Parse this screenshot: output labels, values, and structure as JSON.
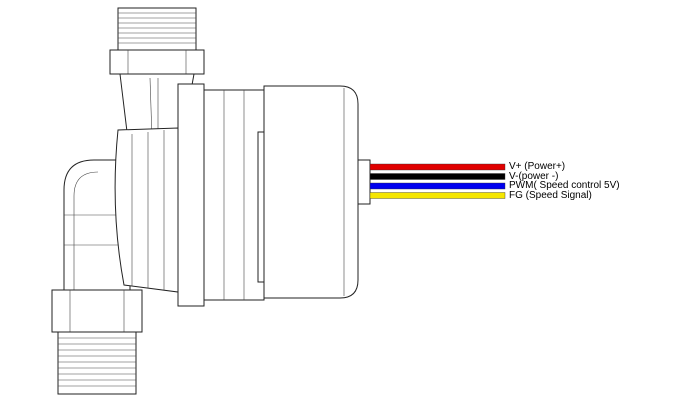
{
  "wires": [
    {
      "label": "V+ (Power+)",
      "color": "#e00000"
    },
    {
      "label": "V-(power -)",
      "color": "#000000"
    },
    {
      "label": "PWM( Speed control 5V)",
      "color": "#0000ee"
    },
    {
      "label": "FG (Speed Signal)",
      "color": "#f5e600"
    }
  ]
}
